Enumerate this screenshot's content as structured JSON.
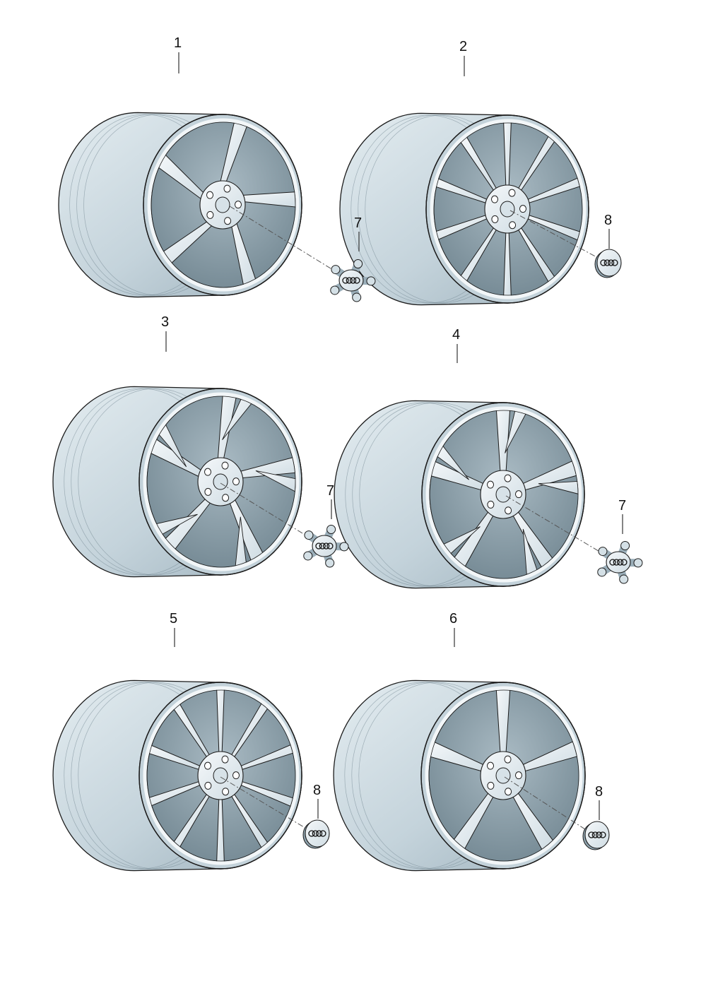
{
  "colors": {
    "background": "#ffffff",
    "tyre_light": "#d9e4ea",
    "tyre_mid": "#b6c8d2",
    "tyre_dark": "#8fa6b3",
    "rim_face": "#eef3f6",
    "rim_shadow": "#c3d2da",
    "pocket_dark": "#7d909a",
    "outline": "#1c1c1c",
    "leader": "#555555"
  },
  "callouts": {
    "wheel_1": "1",
    "wheel_2": "2",
    "wheel_3": "3",
    "wheel_4": "4",
    "wheel_5": "5",
    "wheel_6": "6",
    "cap_7a": "7",
    "cap_8a": "8",
    "cap_7b": "7",
    "cap_7c": "7",
    "cap_8b": "8",
    "cap_8c": "8"
  },
  "parts": [
    {
      "name": "alloy-wheel-1",
      "label": "1",
      "spokes": 5,
      "style": "twisted"
    },
    {
      "name": "alloy-wheel-2",
      "label": "2",
      "spokes": 10,
      "style": "split"
    },
    {
      "name": "alloy-wheel-3",
      "label": "3",
      "spokes": 5,
      "style": "y-spoke"
    },
    {
      "name": "alloy-wheel-4",
      "label": "4",
      "spokes": 5,
      "style": "double"
    },
    {
      "name": "alloy-wheel-5",
      "label": "5",
      "spokes": 10,
      "style": "multi"
    },
    {
      "name": "alloy-wheel-6",
      "label": "6",
      "spokes": 5,
      "style": "straight"
    },
    {
      "name": "star-hub-cap",
      "label": "7"
    },
    {
      "name": "round-hub-cap",
      "label": "8"
    }
  ]
}
